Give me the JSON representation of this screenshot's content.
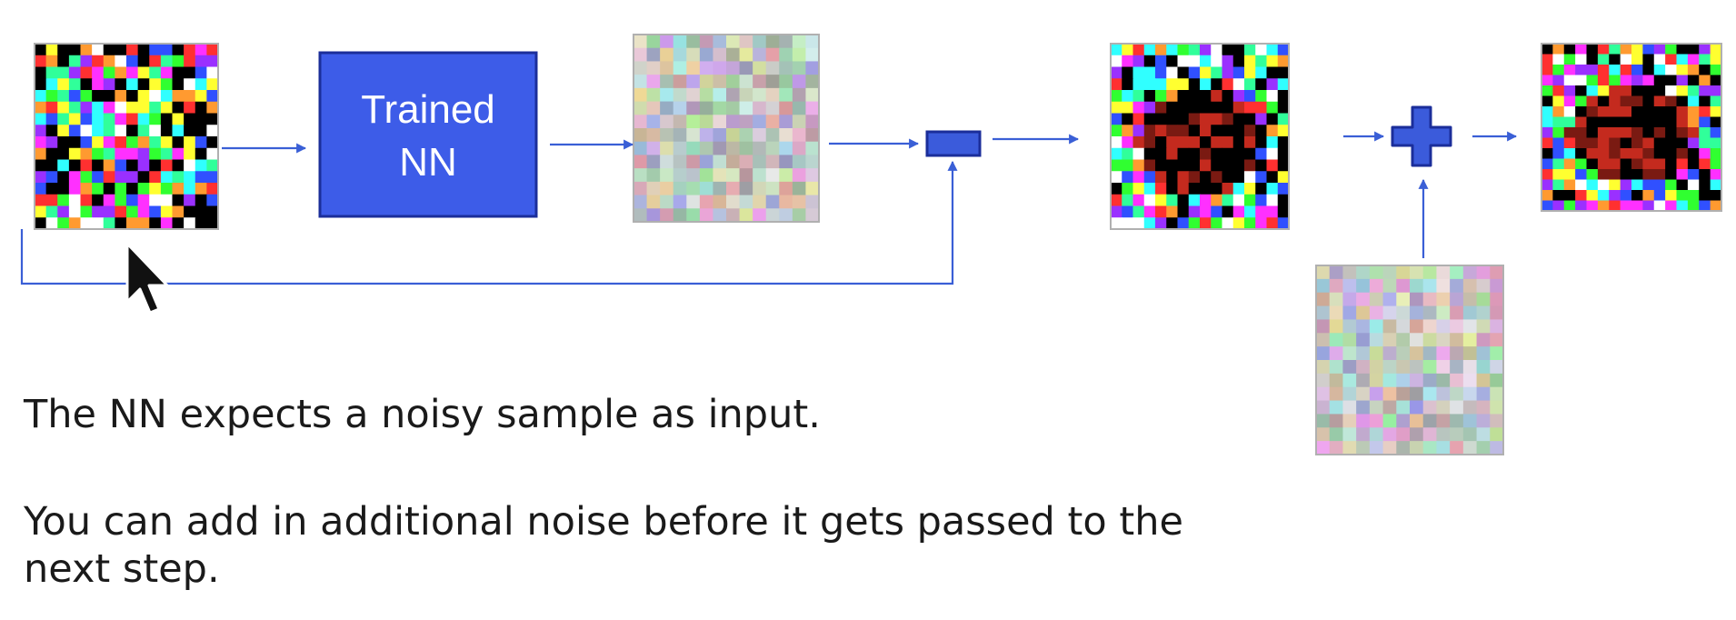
{
  "diagram": {
    "trained_nn_label_line1": "Trained",
    "trained_nn_label_line2": "NN"
  },
  "captions": {
    "line1": "The NN expects a noisy sample as input.",
    "line2": "You can add in additional noise before it gets passed to the next step."
  },
  "colors": {
    "accent_blue": "#3b5bdb",
    "nn_box_fill": "#3d5ce8",
    "nn_box_border": "#1b2e9a",
    "arrow": "#3a5fd6",
    "text": "#1a1a1a"
  },
  "icons": [
    "minus-icon",
    "plus-icon",
    "mouse-cursor-icon"
  ]
}
